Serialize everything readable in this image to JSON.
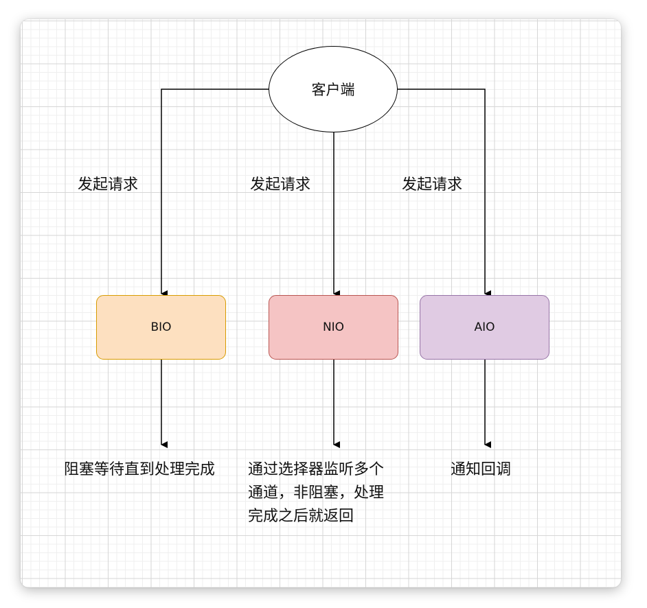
{
  "content": {
    "client": "客户端",
    "edge_labels": {
      "bio": "发起请求",
      "nio": "发起请求",
      "aio": "发起请求"
    },
    "nodes": {
      "bio": "BIO",
      "nio": "NIO",
      "aio": "AIO"
    },
    "results": {
      "bio": "阻塞等待直到处理完成",
      "nio_lines": [
        "通过选择器监听多个",
        "通道，非阻塞，处理",
        "完成之后就返回"
      ],
      "aio": "通知回调"
    }
  },
  "colors": {
    "bio_fill": "#fde0c0",
    "bio_stroke": "#d79b00",
    "nio_fill": "#f5c4c4",
    "nio_stroke": "#b85450",
    "aio_fill": "#e0cbe3",
    "aio_stroke": "#9673a6"
  }
}
